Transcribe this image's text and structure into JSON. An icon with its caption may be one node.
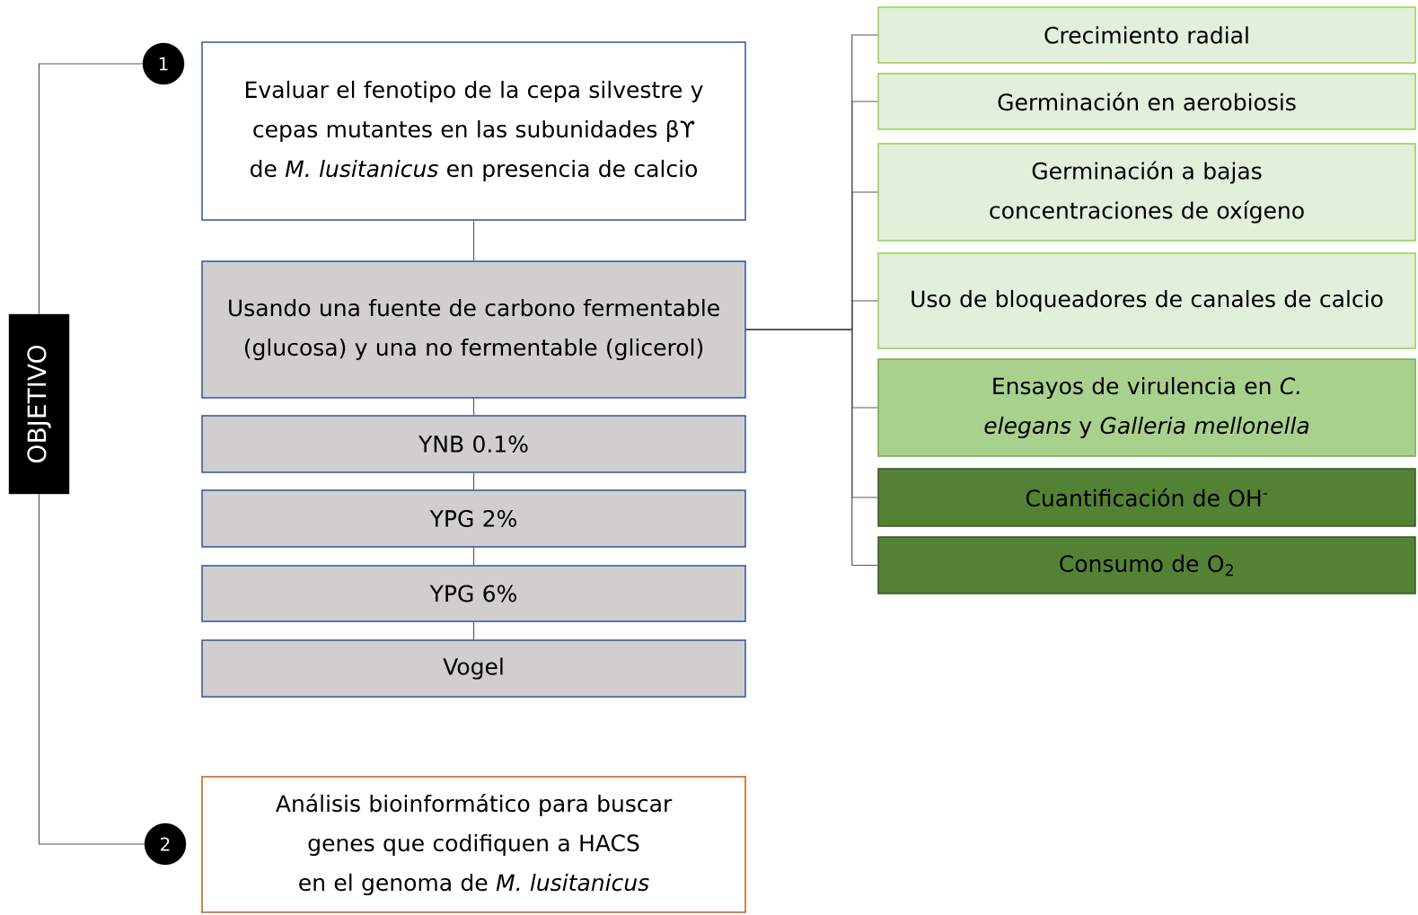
{
  "diagram": {
    "nodes": [
      {
        "text": [
          "OBJETIVO"
        ]
      },
      {
        "text": [
          "1"
        ]
      },
      {
        "text": [
          "Evaluar el fenotipo de la cepa silvestre y cepas mutantes en las subunidades βϒ de *M. lusitanicus* en presencia de calcio"
        ]
      },
      {
        "text": [
          "Usando una fuente de carbono fermentable (glucosa) y una no fermentable (glicerol)"
        ]
      },
      {
        "text": [
          "YNB 0.1%"
        ]
      },
      {
        "text": [
          "YPG 2%"
        ]
      },
      {
        "text": [
          "YPG 6%"
        ]
      },
      {
        "text": [
          "Vogel"
        ]
      },
      {
        "text": [
          "2"
        ]
      },
      {
        "text": [
          "Análisis bioinformático para buscar genes que codifiquen a HACS en el genoma de *M. lusitanicus*"
        ]
      },
      {
        "text": [
          "Crecimiento radial"
        ]
      },
      {
        "text": [
          "Germinación en aerobiosis"
        ]
      },
      {
        "text": [
          "Germinación a bajas concentraciones de oxígeno"
        ]
      },
      {
        "text": [
          "Uso de bloqueadores de canales de calcio"
        ]
      },
      {
        "text": [
          "Ensayos de virulencia en *C. elegans* y *Galleria mellonella*"
        ]
      },
      {
        "text": [
          "Cuantificación de OH$^{-}$"
        ]
      },
      {
        "text": [
          "Consumo de O$_{2}$"
        ]
      }
    ],
    "edges": [
      {
        "from": 0,
        "to": 1,
        "arrow": "none"
      },
      {
        "from": 0,
        "to": 8,
        "arrow": "none"
      },
      {
        "from": 2,
        "to": 3,
        "arrow": "none"
      },
      {
        "from": 3,
        "to": 4,
        "arrow": "none"
      },
      {
        "from": 4,
        "to": 5,
        "arrow": "none"
      },
      {
        "from": 5,
        "to": 6,
        "arrow": "none"
      },
      {
        "from": 6,
        "to": 7,
        "arrow": "none"
      },
      {
        "from": 3,
        "to": 10,
        "arrow": "none"
      },
      {
        "from": 3,
        "to": 11,
        "arrow": "none"
      },
      {
        "from": 3,
        "to": 12,
        "arrow": "none"
      },
      {
        "from": 3,
        "to": 13,
        "arrow": "none"
      },
      {
        "from": 3,
        "to": 14,
        "arrow": "none"
      },
      {
        "from": 3,
        "to": 15,
        "arrow": "none"
      },
      {
        "from": 3,
        "to": 16,
        "arrow": "none"
      }
    ]
  }
}
